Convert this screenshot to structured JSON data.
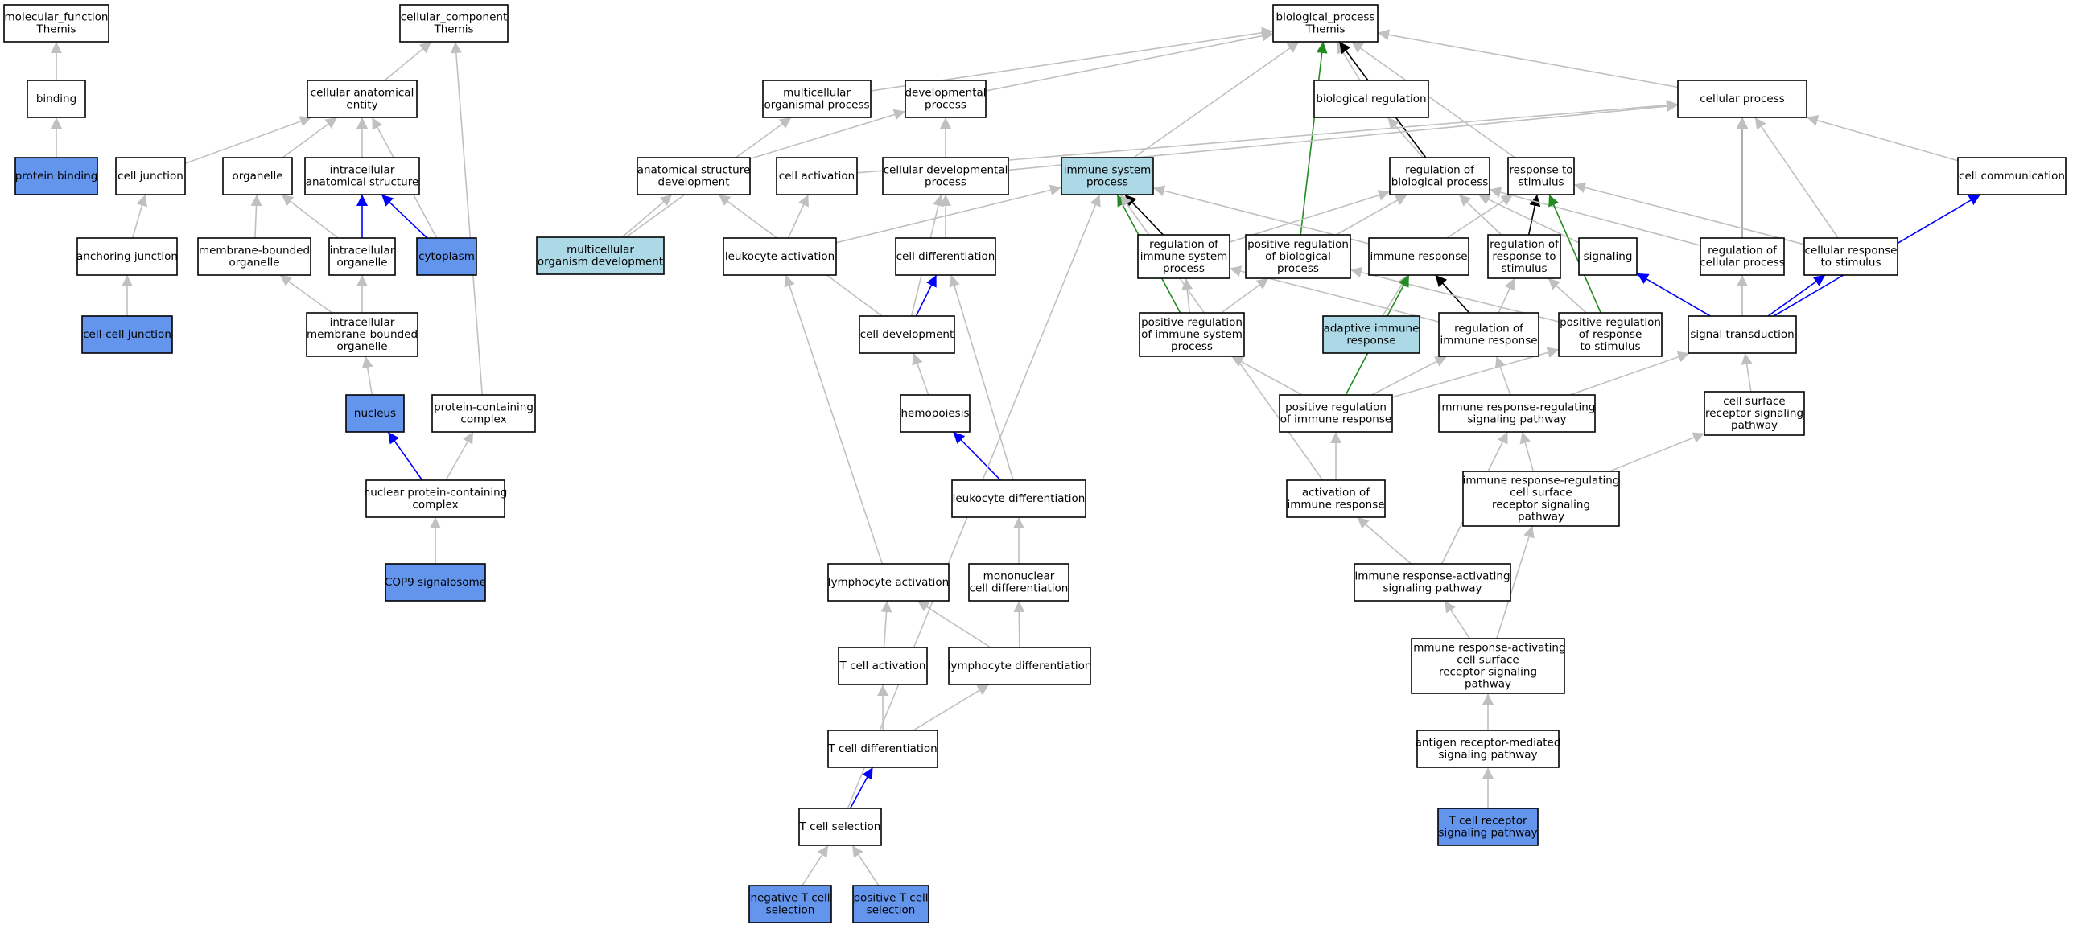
{
  "colors": {
    "default": "#ffffff",
    "direct": "#6495ed",
    "light": "#add8e6",
    "border": "#000000",
    "is_a": "#c0c0c0",
    "part_of": "#0000ff",
    "positively_regulates": "#228b22",
    "regulates": "#000000"
  },
  "nodes": [
    {
      "id": "mf",
      "lines": [
        "molecular_function",
        "Themis"
      ],
      "style": "default"
    },
    {
      "id": "binding",
      "lines": [
        "binding"
      ],
      "style": "default"
    },
    {
      "id": "protbind",
      "lines": [
        "protein binding"
      ],
      "style": "direct"
    },
    {
      "id": "cc",
      "lines": [
        "cellular_component",
        "Themis"
      ],
      "style": "default"
    },
    {
      "id": "cae",
      "lines": [
        "cellular anatomical",
        "entity"
      ],
      "style": "default"
    },
    {
      "id": "celljunc",
      "lines": [
        "cell junction"
      ],
      "style": "default"
    },
    {
      "id": "organelle",
      "lines": [
        "organelle"
      ],
      "style": "default"
    },
    {
      "id": "ias",
      "lines": [
        "intracellular",
        "anatomical structure"
      ],
      "style": "default"
    },
    {
      "id": "anchjunc",
      "lines": [
        "anchoring junction"
      ],
      "style": "default"
    },
    {
      "id": "mbo",
      "lines": [
        "membrane-bounded",
        "organelle"
      ],
      "style": "default"
    },
    {
      "id": "intraorg",
      "lines": [
        "intracellular",
        "organelle"
      ],
      "style": "default"
    },
    {
      "id": "cytoplasm",
      "lines": [
        "cytoplasm"
      ],
      "style": "direct"
    },
    {
      "id": "ccjunc",
      "lines": [
        "cell-cell junction"
      ],
      "style": "direct"
    },
    {
      "id": "imbo",
      "lines": [
        "intracellular",
        "membrane-bounded",
        "organelle"
      ],
      "style": "default"
    },
    {
      "id": "nucleus",
      "lines": [
        "nucleus"
      ],
      "style": "direct"
    },
    {
      "id": "pcc",
      "lines": [
        "protein-containing",
        "complex"
      ],
      "style": "default"
    },
    {
      "id": "npcc",
      "lines": [
        "nuclear protein-containing",
        "complex"
      ],
      "style": "default"
    },
    {
      "id": "cop9",
      "lines": [
        "COP9 signalosome"
      ],
      "style": "direct"
    },
    {
      "id": "bp",
      "lines": [
        "biological_process",
        "Themis"
      ],
      "style": "default"
    },
    {
      "id": "mop",
      "lines": [
        "multicellular",
        "organismal process"
      ],
      "style": "default"
    },
    {
      "id": "devproc",
      "lines": [
        "developmental",
        "process"
      ],
      "style": "default"
    },
    {
      "id": "bioreg",
      "lines": [
        "biological regulation"
      ],
      "style": "default"
    },
    {
      "id": "cellproc",
      "lines": [
        "cellular process"
      ],
      "style": "default"
    },
    {
      "id": "asd",
      "lines": [
        "anatomical structure",
        "development"
      ],
      "style": "default"
    },
    {
      "id": "cellact",
      "lines": [
        "cell activation"
      ],
      "style": "default"
    },
    {
      "id": "cdp",
      "lines": [
        "cellular developmental",
        "process"
      ],
      "style": "default"
    },
    {
      "id": "isp",
      "lines": [
        "immune system",
        "process"
      ],
      "style": "light"
    },
    {
      "id": "regbp",
      "lines": [
        "regulation of",
        "biological process"
      ],
      "style": "default"
    },
    {
      "id": "rts",
      "lines": [
        "response to",
        "stimulus"
      ],
      "style": "default"
    },
    {
      "id": "cellcomm",
      "lines": [
        "cell communication"
      ],
      "style": "default"
    },
    {
      "id": "mod",
      "lines": [
        "multicellular",
        "organism development"
      ],
      "style": "light"
    },
    {
      "id": "leukact",
      "lines": [
        "leukocyte activation"
      ],
      "style": "default"
    },
    {
      "id": "celldiff",
      "lines": [
        "cell differentiation"
      ],
      "style": "default"
    },
    {
      "id": "regisp",
      "lines": [
        "regulation of",
        "immune system",
        "process"
      ],
      "style": "default"
    },
    {
      "id": "posregbp",
      "lines": [
        "positive regulation",
        "of biological",
        "process"
      ],
      "style": "default"
    },
    {
      "id": "immresp",
      "lines": [
        "immune response"
      ],
      "style": "default"
    },
    {
      "id": "regrts",
      "lines": [
        "regulation of",
        "response to",
        "stimulus"
      ],
      "style": "default"
    },
    {
      "id": "signaling",
      "lines": [
        "signaling"
      ],
      "style": "default"
    },
    {
      "id": "regcp",
      "lines": [
        "regulation of",
        "cellular process"
      ],
      "style": "default"
    },
    {
      "id": "crts",
      "lines": [
        "cellular response",
        "to stimulus"
      ],
      "style": "default"
    },
    {
      "id": "celldev",
      "lines": [
        "cell development"
      ],
      "style": "default"
    },
    {
      "id": "posregisp",
      "lines": [
        "positive regulation",
        "of immune system",
        "process"
      ],
      "style": "default"
    },
    {
      "id": "adaptive",
      "lines": [
        "adaptive immune",
        "response"
      ],
      "style": "light"
    },
    {
      "id": "regir",
      "lines": [
        "regulation of",
        "immune response"
      ],
      "style": "default"
    },
    {
      "id": "posregrts",
      "lines": [
        "positive regulation",
        "of response",
        "to stimulus"
      ],
      "style": "default"
    },
    {
      "id": "sigtrans",
      "lines": [
        "signal transduction"
      ],
      "style": "default"
    },
    {
      "id": "hemo",
      "lines": [
        "hemopoiesis"
      ],
      "style": "default"
    },
    {
      "id": "posregir",
      "lines": [
        "positive regulation",
        "of immune response"
      ],
      "style": "default"
    },
    {
      "id": "irrsp",
      "lines": [
        "immune response-regulating",
        "signaling pathway"
      ],
      "style": "default"
    },
    {
      "id": "csrsp",
      "lines": [
        "cell surface",
        "receptor signaling",
        "pathway"
      ],
      "style": "default"
    },
    {
      "id": "leukdiff",
      "lines": [
        "leukocyte differentiation"
      ],
      "style": "default"
    },
    {
      "id": "actir",
      "lines": [
        "activation of",
        "immune response"
      ],
      "style": "default"
    },
    {
      "id": "irrcs",
      "lines": [
        "immune response-regulating",
        "cell surface",
        "receptor signaling",
        "pathway"
      ],
      "style": "default"
    },
    {
      "id": "lymphact",
      "lines": [
        "lymphocyte activation"
      ],
      "style": "default"
    },
    {
      "id": "mcd",
      "lines": [
        "mononuclear",
        "cell differentiation"
      ],
      "style": "default"
    },
    {
      "id": "irasp",
      "lines": [
        "immune response-activating",
        "signaling pathway"
      ],
      "style": "default"
    },
    {
      "id": "tcellact",
      "lines": [
        "T cell activation"
      ],
      "style": "default"
    },
    {
      "id": "lymphdiff",
      "lines": [
        "lymphocyte differentiation"
      ],
      "style": "default"
    },
    {
      "id": "iracs",
      "lines": [
        "immune response-activating",
        "cell surface",
        "receptor signaling",
        "pathway"
      ],
      "style": "default"
    },
    {
      "id": "tcelldiff",
      "lines": [
        "T cell differentiation"
      ],
      "style": "default"
    },
    {
      "id": "armsp",
      "lines": [
        "antigen receptor-mediated",
        "signaling pathway"
      ],
      "style": "default"
    },
    {
      "id": "tcellsel",
      "lines": [
        "T cell selection"
      ],
      "style": "default"
    },
    {
      "id": "tcrsp",
      "lines": [
        "T cell receptor",
        "signaling pathway"
      ],
      "style": "direct"
    },
    {
      "id": "negtsel",
      "lines": [
        "negative T cell",
        "selection"
      ],
      "style": "direct"
    },
    {
      "id": "postsel",
      "lines": [
        "positive T cell",
        "selection"
      ],
      "style": "direct"
    }
  ],
  "edges": [
    {
      "from": "binding",
      "to": "mf",
      "type": "is_a"
    },
    {
      "from": "protbind",
      "to": "binding",
      "type": "is_a"
    },
    {
      "from": "cae",
      "to": "cc",
      "type": "is_a"
    },
    {
      "from": "celljunc",
      "to": "cae",
      "type": "is_a"
    },
    {
      "from": "organelle",
      "to": "cae",
      "type": "is_a"
    },
    {
      "from": "ias",
      "to": "cae",
      "type": "is_a"
    },
    {
      "from": "cytoplasm",
      "to": "cae",
      "type": "is_a"
    },
    {
      "from": "cytoplasm",
      "to": "ias",
      "type": "part_of"
    },
    {
      "from": "anchjunc",
      "to": "celljunc",
      "type": "is_a"
    },
    {
      "from": "ccjunc",
      "to": "anchjunc",
      "type": "is_a"
    },
    {
      "from": "mbo",
      "to": "organelle",
      "type": "is_a"
    },
    {
      "from": "intraorg",
      "to": "organelle",
      "type": "is_a"
    },
    {
      "from": "intraorg",
      "to": "ias",
      "type": "part_of"
    },
    {
      "from": "imbo",
      "to": "mbo",
      "type": "is_a"
    },
    {
      "from": "imbo",
      "to": "intraorg",
      "type": "is_a"
    },
    {
      "from": "nucleus",
      "to": "imbo",
      "type": "is_a"
    },
    {
      "from": "pcc",
      "to": "cc",
      "type": "is_a"
    },
    {
      "from": "npcc",
      "to": "nucleus",
      "type": "part_of"
    },
    {
      "from": "npcc",
      "to": "pcc",
      "type": "is_a"
    },
    {
      "from": "cop9",
      "to": "npcc",
      "type": "is_a"
    },
    {
      "from": "mop",
      "to": "bp",
      "type": "is_a"
    },
    {
      "from": "devproc",
      "to": "bp",
      "type": "is_a"
    },
    {
      "from": "bioreg",
      "to": "bp",
      "type": "is_a"
    },
    {
      "from": "cellproc",
      "to": "bp",
      "type": "is_a"
    },
    {
      "from": "isp",
      "to": "bp",
      "type": "is_a"
    },
    {
      "from": "rts",
      "to": "bp",
      "type": "is_a"
    },
    {
      "from": "regbp",
      "to": "bp",
      "type": "regulates"
    },
    {
      "from": "posregbp",
      "to": "bp",
      "type": "positively_regulates"
    },
    {
      "from": "asd",
      "to": "devproc",
      "type": "is_a"
    },
    {
      "from": "cellact",
      "to": "cellproc",
      "type": "is_a"
    },
    {
      "from": "cdp",
      "to": "devproc",
      "type": "is_a"
    },
    {
      "from": "cdp",
      "to": "cellproc",
      "type": "is_a"
    },
    {
      "from": "regbp",
      "to": "bioreg",
      "type": "is_a"
    },
    {
      "from": "cellcomm",
      "to": "cellproc",
      "type": "is_a"
    },
    {
      "from": "mod",
      "to": "mop",
      "type": "is_a"
    },
    {
      "from": "mod",
      "to": "asd",
      "type": "is_a"
    },
    {
      "from": "leukact",
      "to": "cellact",
      "type": "is_a"
    },
    {
      "from": "leukact",
      "to": "isp",
      "type": "is_a"
    },
    {
      "from": "celldiff",
      "to": "cdp",
      "type": "is_a"
    },
    {
      "from": "regisp",
      "to": "isp",
      "type": "regulates"
    },
    {
      "from": "regisp",
      "to": "regbp",
      "type": "is_a"
    },
    {
      "from": "posregbp",
      "to": "regbp",
      "type": "is_a"
    },
    {
      "from": "immresp",
      "to": "isp",
      "type": "is_a"
    },
    {
      "from": "immresp",
      "to": "rts",
      "type": "is_a"
    },
    {
      "from": "regrts",
      "to": "rts",
      "type": "regulates"
    },
    {
      "from": "regrts",
      "to": "regbp",
      "type": "is_a"
    },
    {
      "from": "signaling",
      "to": "regbp",
      "type": "is_a"
    },
    {
      "from": "regcp",
      "to": "cellproc",
      "type": "regulates"
    },
    {
      "from": "regcp",
      "to": "regbp",
      "type": "is_a"
    },
    {
      "from": "crts",
      "to": "cellproc",
      "type": "is_a"
    },
    {
      "from": "crts",
      "to": "rts",
      "type": "is_a"
    },
    {
      "from": "celldev",
      "to": "celldiff",
      "type": "part_of"
    },
    {
      "from": "celldev",
      "to": "cdp",
      "type": "is_a"
    },
    {
      "from": "celldev",
      "to": "asd",
      "type": "is_a"
    },
    {
      "from": "posregisp",
      "to": "isp",
      "type": "positively_regulates"
    },
    {
      "from": "posregisp",
      "to": "regisp",
      "type": "is_a"
    },
    {
      "from": "posregisp",
      "to": "posregbp",
      "type": "is_a"
    },
    {
      "from": "adaptive",
      "to": "immresp",
      "type": "is_a"
    },
    {
      "from": "regir",
      "to": "immresp",
      "type": "regulates"
    },
    {
      "from": "regir",
      "to": "regisp",
      "type": "is_a"
    },
    {
      "from": "regir",
      "to": "regrts",
      "type": "is_a"
    },
    {
      "from": "posregrts",
      "to": "rts",
      "type": "positively_regulates"
    },
    {
      "from": "posregrts",
      "to": "regrts",
      "type": "is_a"
    },
    {
      "from": "posregrts",
      "to": "posregbp",
      "type": "is_a"
    },
    {
      "from": "sigtrans",
      "to": "signaling",
      "type": "part_of"
    },
    {
      "from": "sigtrans",
      "to": "crts",
      "type": "part_of"
    },
    {
      "from": "sigtrans",
      "to": "cellcomm",
      "type": "part_of"
    },
    {
      "from": "sigtrans",
      "to": "regcp",
      "type": "is_a"
    },
    {
      "from": "sigtrans",
      "to": "cellproc",
      "type": "is_a"
    },
    {
      "from": "hemo",
      "to": "celldev",
      "type": "is_a"
    },
    {
      "from": "posregir",
      "to": "immresp",
      "type": "positively_regulates"
    },
    {
      "from": "posregir",
      "to": "posregisp",
      "type": "is_a"
    },
    {
      "from": "posregir",
      "to": "regir",
      "type": "is_a"
    },
    {
      "from": "posregir",
      "to": "posregrts",
      "type": "is_a"
    },
    {
      "from": "irrsp",
      "to": "regir",
      "type": "is_a"
    },
    {
      "from": "irrsp",
      "to": "sigtrans",
      "type": "is_a"
    },
    {
      "from": "csrsp",
      "to": "sigtrans",
      "type": "is_a"
    },
    {
      "from": "leukdiff",
      "to": "hemo",
      "type": "part_of"
    },
    {
      "from": "leukdiff",
      "to": "celldiff",
      "type": "is_a"
    },
    {
      "from": "actir",
      "to": "posregir",
      "type": "is_a"
    },
    {
      "from": "actir",
      "to": "isp",
      "type": "is_a"
    },
    {
      "from": "irrcs",
      "to": "irrsp",
      "type": "is_a"
    },
    {
      "from": "irrcs",
      "to": "csrsp",
      "type": "is_a"
    },
    {
      "from": "lymphact",
      "to": "leukact",
      "type": "is_a"
    },
    {
      "from": "mcd",
      "to": "leukdiff",
      "type": "is_a"
    },
    {
      "from": "irasp",
      "to": "actir",
      "type": "is_a"
    },
    {
      "from": "irasp",
      "to": "irrsp",
      "type": "is_a"
    },
    {
      "from": "tcellact",
      "to": "lymphact",
      "type": "is_a"
    },
    {
      "from": "lymphdiff",
      "to": "lymphact",
      "type": "is_a"
    },
    {
      "from": "lymphdiff",
      "to": "mcd",
      "type": "is_a"
    },
    {
      "from": "iracs",
      "to": "irasp",
      "type": "is_a"
    },
    {
      "from": "iracs",
      "to": "irrcs",
      "type": "is_a"
    },
    {
      "from": "tcelldiff",
      "to": "tcellact",
      "type": "is_a"
    },
    {
      "from": "tcelldiff",
      "to": "lymphdiff",
      "type": "is_a"
    },
    {
      "from": "armsp",
      "to": "iracs",
      "type": "is_a"
    },
    {
      "from": "tcellsel",
      "to": "tcelldiff",
      "type": "part_of"
    },
    {
      "from": "tcellsel",
      "to": "isp",
      "type": "is_a"
    },
    {
      "from": "tcrsp",
      "to": "armsp",
      "type": "is_a"
    },
    {
      "from": "negtsel",
      "to": "tcellsel",
      "type": "is_a"
    },
    {
      "from": "postsel",
      "to": "tcellsel",
      "type": "is_a"
    }
  ]
}
